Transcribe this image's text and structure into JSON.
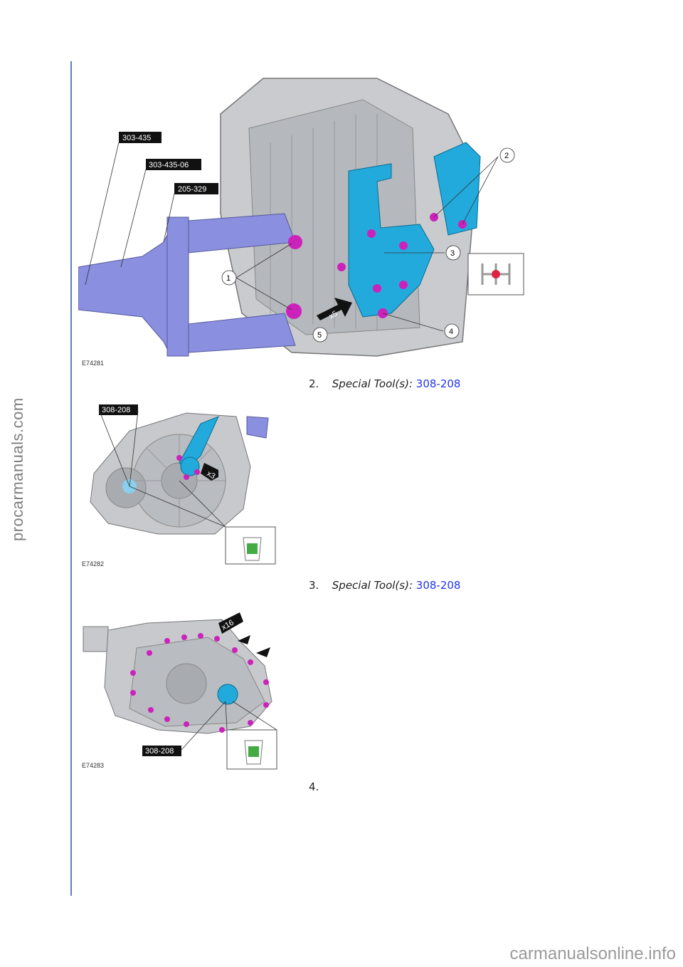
{
  "watermarks": {
    "side": "procarmanuals.com",
    "footer": "carmanualsonline.info"
  },
  "figures": [
    {
      "code": "E74281",
      "tool_tags": [
        "303-435",
        "303-435-06",
        "205-329"
      ],
      "callouts": [
        "1",
        "2",
        "3",
        "4",
        "5"
      ],
      "multiplier": "x5"
    },
    {
      "code": "E74282",
      "tool_tags": [
        "308-208"
      ],
      "multiplier": "x3"
    },
    {
      "code": "E74283",
      "tool_tags": [
        "308-208"
      ],
      "multiplier": "x16"
    }
  ],
  "steps": [
    {
      "number": "2.",
      "label": "Special Tool(s):",
      "tool": "308-208"
    },
    {
      "number": "3.",
      "label": "Special Tool(s):",
      "tool": "308-208"
    },
    {
      "number": "4.",
      "label": "",
      "tool": ""
    }
  ],
  "colors": {
    "rule": "#5b7fc0",
    "link": "#2233ee",
    "tool_blue": "#22aadd",
    "tool_purple": "#8a8fe0",
    "bolt_magenta": "#cc22bb"
  }
}
